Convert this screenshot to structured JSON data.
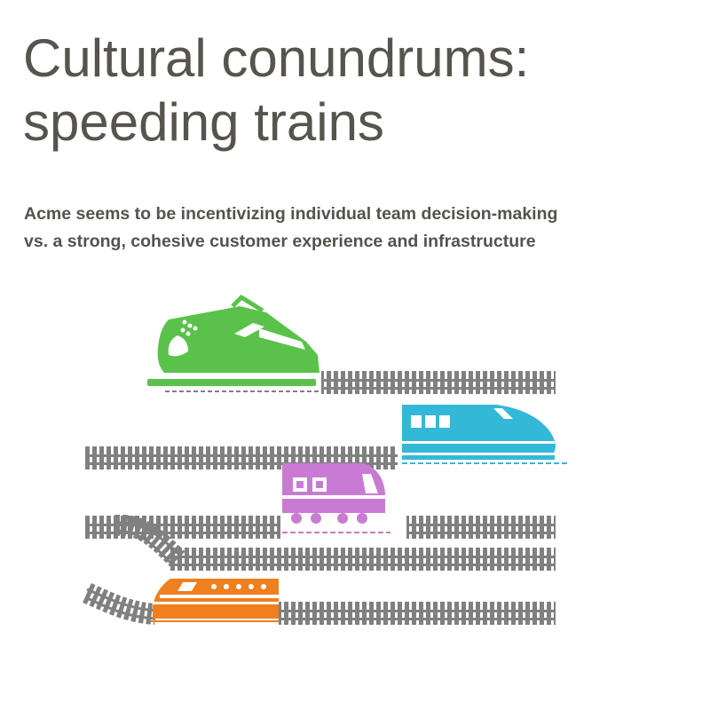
{
  "slide": {
    "title_line1": "Cultural conundrums:",
    "title_line2": "speeding trains",
    "subtitle_line1": "Acme seems to be incentivizing individual team decision-making",
    "subtitle_line2": "vs. a strong, cohesive customer experience and infrastructure"
  },
  "illustration": {
    "track_color": "#808080",
    "trains": [
      {
        "name": "green-locomotive",
        "color": "#5ac24a"
      },
      {
        "name": "blue-bullet-train",
        "color": "#33b8d8"
      },
      {
        "name": "purple-commuter-train",
        "color": "#c97bd3"
      },
      {
        "name": "orange-bullet-train",
        "color": "#f07f1e"
      }
    ]
  }
}
